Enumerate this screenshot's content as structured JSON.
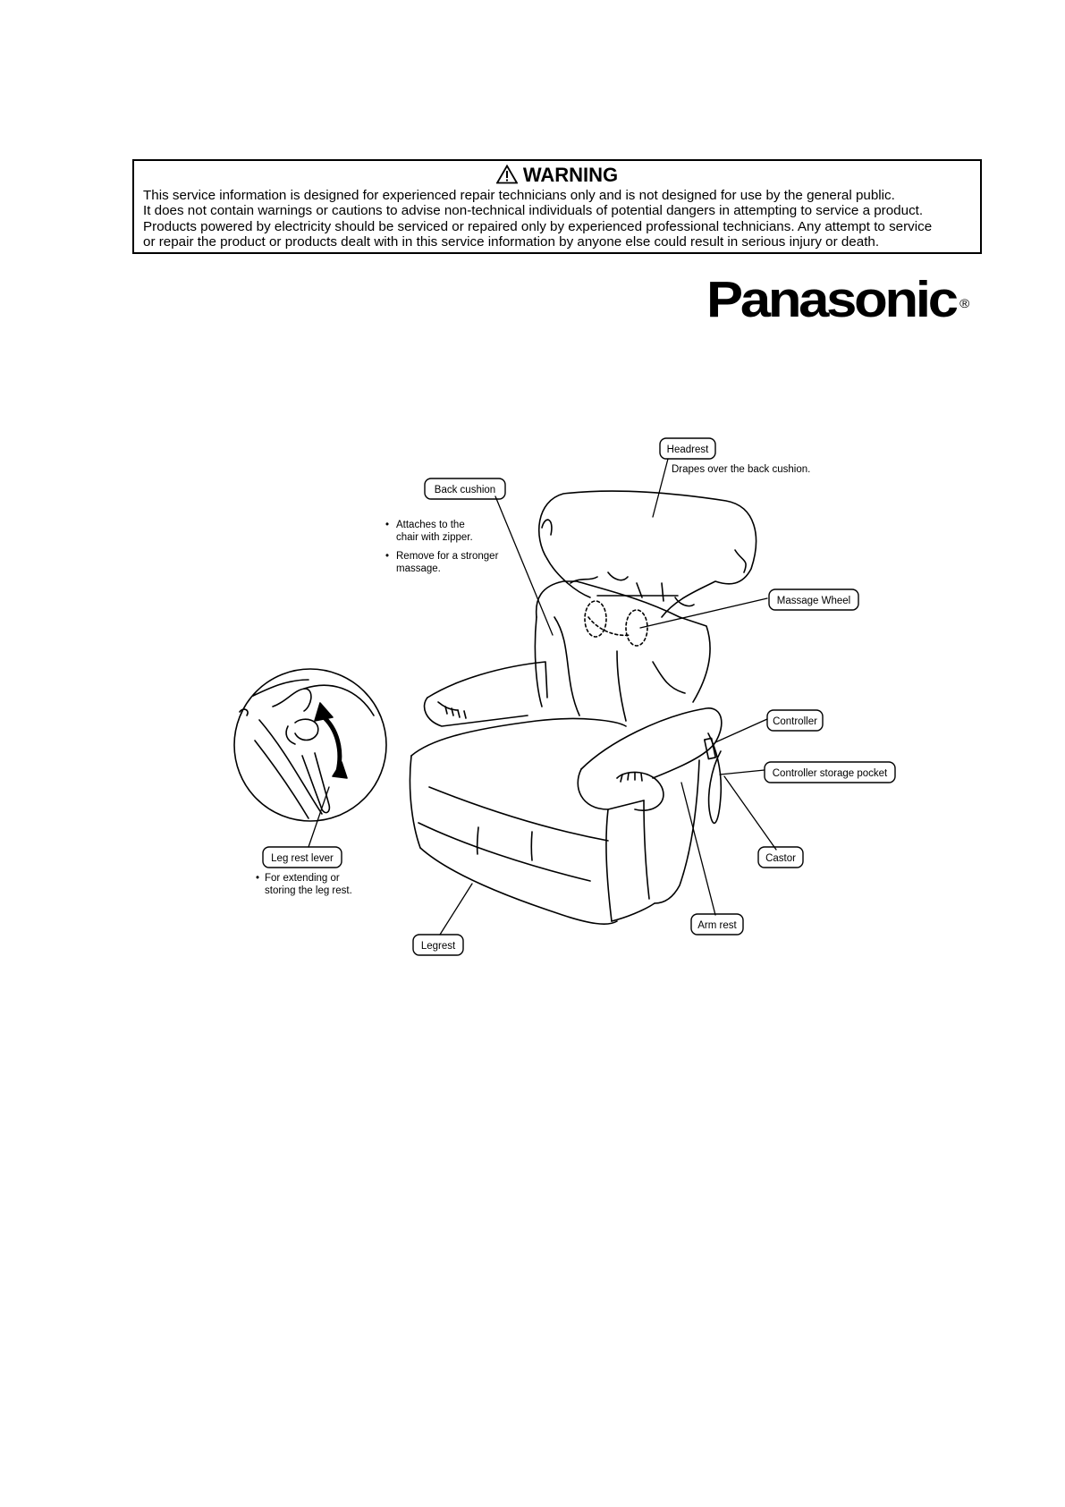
{
  "warning": {
    "title": "WARNING",
    "lines": [
      "This service information is designed for experienced repair technicians only and is not designed for use by the general public.",
      "It does not contain warnings or cautions to advise non-technical individuals of potential dangers in attempting to service a product.",
      "Products powered by electricity should be serviced or repaired only by experienced professional technicians. Any attempt to service",
      "or repair the product or products dealt with in this service information by anyone else could result in serious injury or death."
    ]
  },
  "brand": {
    "name": "Panasonic",
    "registered_mark": "®"
  },
  "illustration": {
    "labels": {
      "headrest": "Headrest",
      "headrest_note": "Drapes over the back cushion.",
      "back_cushion": "Back cushion",
      "back_cushion_note_1a": "Attaches to the",
      "back_cushion_note_1b": "chair with zipper.",
      "back_cushion_note_2a": "Remove for a stronger",
      "back_cushion_note_2b": "massage.",
      "massage_wheel": "Massage Wheel",
      "controller": "Controller",
      "controller_storage_pocket": "Controller storage pocket",
      "castor": "Castor",
      "arm_rest": "Arm rest",
      "leg_rest_lever": "Leg rest lever",
      "leg_rest_lever_note_a": "For extending or",
      "leg_rest_lever_note_b": "storing the leg rest.",
      "legrest": "Legrest"
    }
  }
}
